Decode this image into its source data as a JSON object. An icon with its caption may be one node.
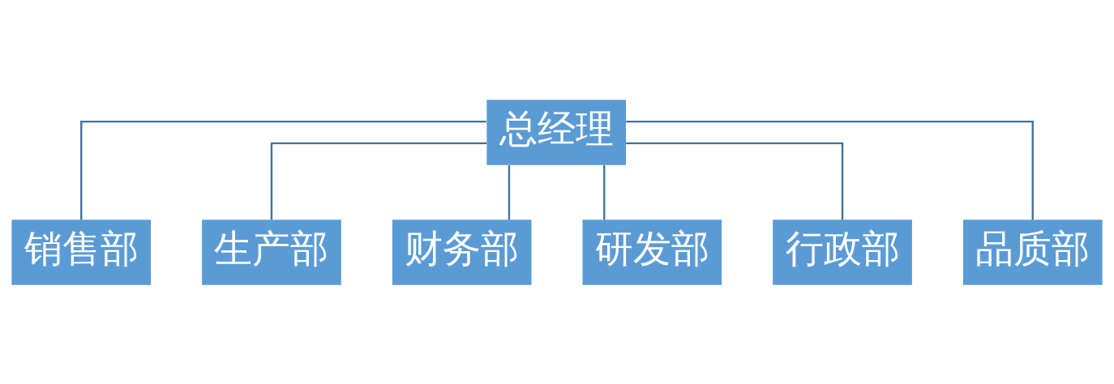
{
  "diagram": {
    "nodes": [
      {
        "text": [
          "总经理"
        ]
      },
      {
        "text": [
          "销售部"
        ]
      },
      {
        "text": [
          "生产部"
        ]
      },
      {
        "text": [
          "财务部"
        ]
      },
      {
        "text": [
          "研发部"
        ]
      },
      {
        "text": [
          "行政部"
        ]
      },
      {
        "text": [
          "品质部"
        ]
      }
    ],
    "edges": [
      {
        "from": 0,
        "to": 1,
        "arrow": "none"
      },
      {
        "from": 0,
        "to": 2,
        "arrow": "none"
      },
      {
        "from": 0,
        "to": 3,
        "arrow": "none"
      },
      {
        "from": 0,
        "to": 4,
        "arrow": "none"
      },
      {
        "from": 0,
        "to": 5,
        "arrow": "none"
      },
      {
        "from": 0,
        "to": 6,
        "arrow": "none"
      }
    ]
  }
}
